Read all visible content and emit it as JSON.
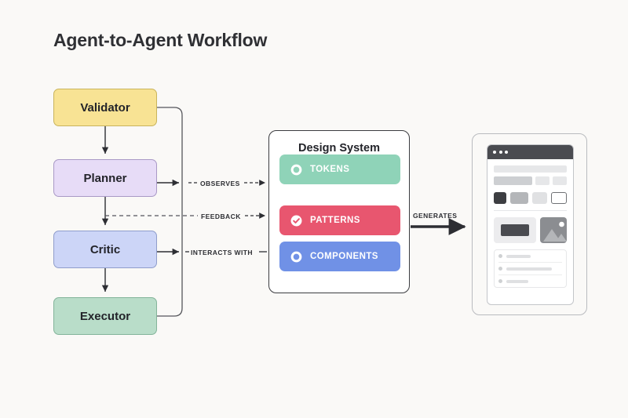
{
  "page": {
    "title": "Agent-to-Agent Workflow",
    "background_color": "#faf9f7"
  },
  "agents": [
    {
      "id": "validator",
      "label": "Validator",
      "color": "#f8e394",
      "border_color": "#c9b45c"
    },
    {
      "id": "planner",
      "label": "Planner",
      "color": "#e7dcf7",
      "border_color": "#a999c6"
    },
    {
      "id": "critic",
      "label": "Critic",
      "color": "#ccd5f7",
      "border_color": "#8f9dcb"
    },
    {
      "id": "executor",
      "label": "Executor",
      "color": "#b9ddc9",
      "border_color": "#83b49a"
    }
  ],
  "edges": [
    {
      "id": "observes",
      "label": "OBSERVES",
      "from": "planner",
      "to": "design-system",
      "style": "solid"
    },
    {
      "id": "feedback",
      "label": "FEEDBACK",
      "from": "design-system",
      "to": "planner",
      "style": "dashed"
    },
    {
      "id": "interacts-with",
      "label": "INTERACTS WITH",
      "from": "critic",
      "to": "design-system",
      "style": "solid"
    },
    {
      "id": "generates",
      "label": "GENERATES",
      "from": "design-system",
      "to": "browser-mockup",
      "style": "solid-thick"
    }
  ],
  "design_system": {
    "title": "Design System",
    "items": [
      {
        "label": "PATTERNS",
        "color": "#e8566f",
        "icon": "check-circle-icon"
      },
      {
        "label": "COMPONENTS",
        "color": "#7091e6",
        "icon": "ring-circle-icon"
      },
      {
        "label": "TOKENS",
        "color": "#8fd3b8",
        "icon": "ring-circle-icon"
      }
    ]
  },
  "browser_mockup": {
    "titlebar_dots": 3,
    "titlebar_color": "#4a4b50",
    "skeleton_row_widths": [
      "56%",
      "21%",
      "21%"
    ],
    "skeleton_row_colors": [
      "#cdcfd2",
      "#e6e7e9",
      "#e6e7e9"
    ],
    "swatch_colors": [
      "#3d3e42",
      "#b4b6b9",
      "#e0e1e3",
      "#ffffff"
    ],
    "list_line_widths": [
      "38%",
      "72%",
      "34%"
    ]
  }
}
